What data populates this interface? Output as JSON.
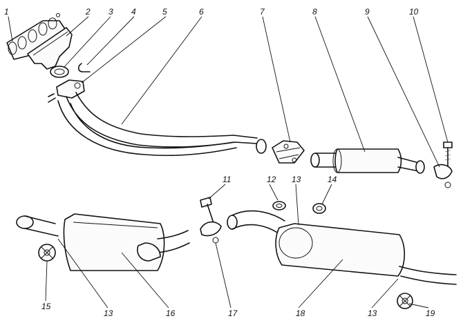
{
  "callouts": [
    "1",
    "2",
    "3",
    "4",
    "5",
    "6",
    "7",
    "8",
    "9",
    "10",
    "11",
    "12",
    "13",
    "14",
    "13",
    "16",
    "17",
    "18",
    "13",
    "19",
    "15"
  ]
}
